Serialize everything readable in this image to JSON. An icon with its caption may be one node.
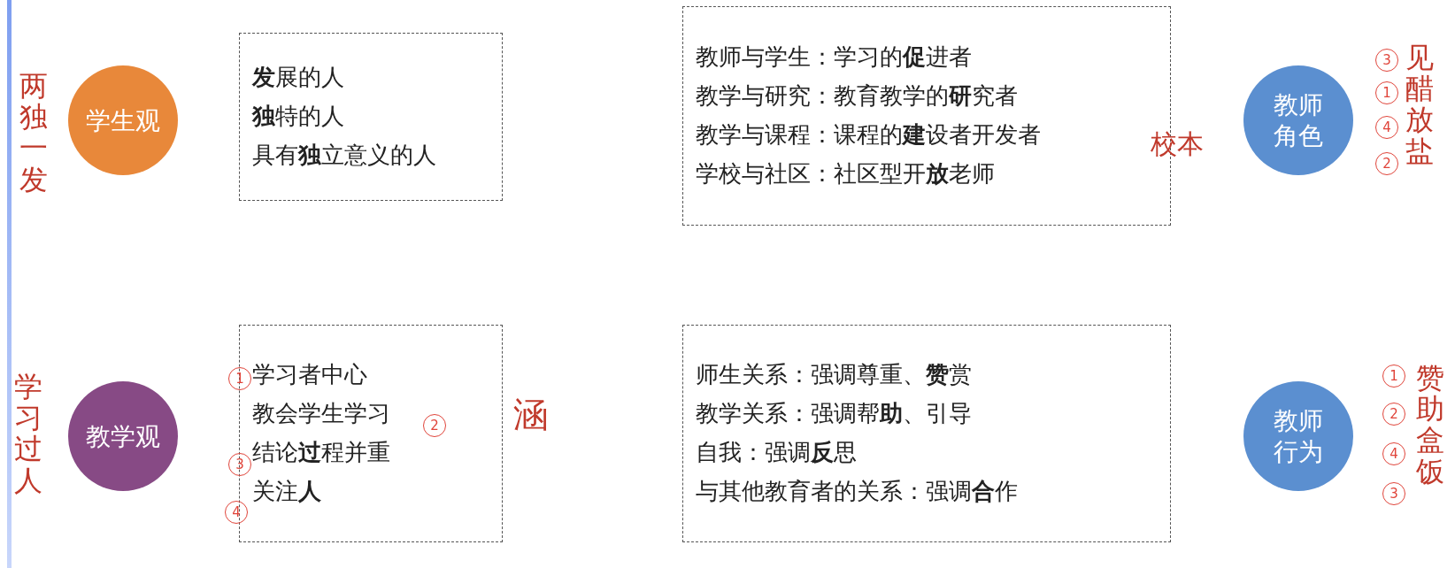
{
  "diagram": {
    "nodes": [
      {
        "text": [
          "学生观"
        ]
      },
      {
        "text": [
          "**发**展的人",
          "**独**特的人",
          "具有**独**立意义的人"
        ]
      },
      {
        "text": [
          "教师与学生：学习的**促**进者",
          "教学与研究：教育教学的**研**究者",
          "教学与课程：课程的**建**设者开发者",
          "学校与社区：社区型开**放**老师"
        ]
      },
      {
        "text": [
          "教师角色"
        ]
      },
      {
        "text": [
          "教学观"
        ]
      },
      {
        "text": [
          "学习者中心",
          "教会学生学习",
          "结论**过**程并重",
          "关注**人**"
        ]
      },
      {
        "text": [
          "师生关系：强调尊重、**赞**赏",
          "教学关系：强调帮**助**、引导",
          "自我：强调**反**思",
          "与其他教育者的关系：强调**合**作"
        ]
      },
      {
        "text": [
          "教师行为"
        ]
      }
    ],
    "labels": [
      "两独一发",
      "校本",
      "3",
      "1",
      "4",
      "2",
      "见醋放盐",
      "学习过人",
      "1",
      "2",
      "3",
      "4",
      "涵",
      "1",
      "2",
      "4",
      "3",
      "赞助盒饭"
    ]
  }
}
